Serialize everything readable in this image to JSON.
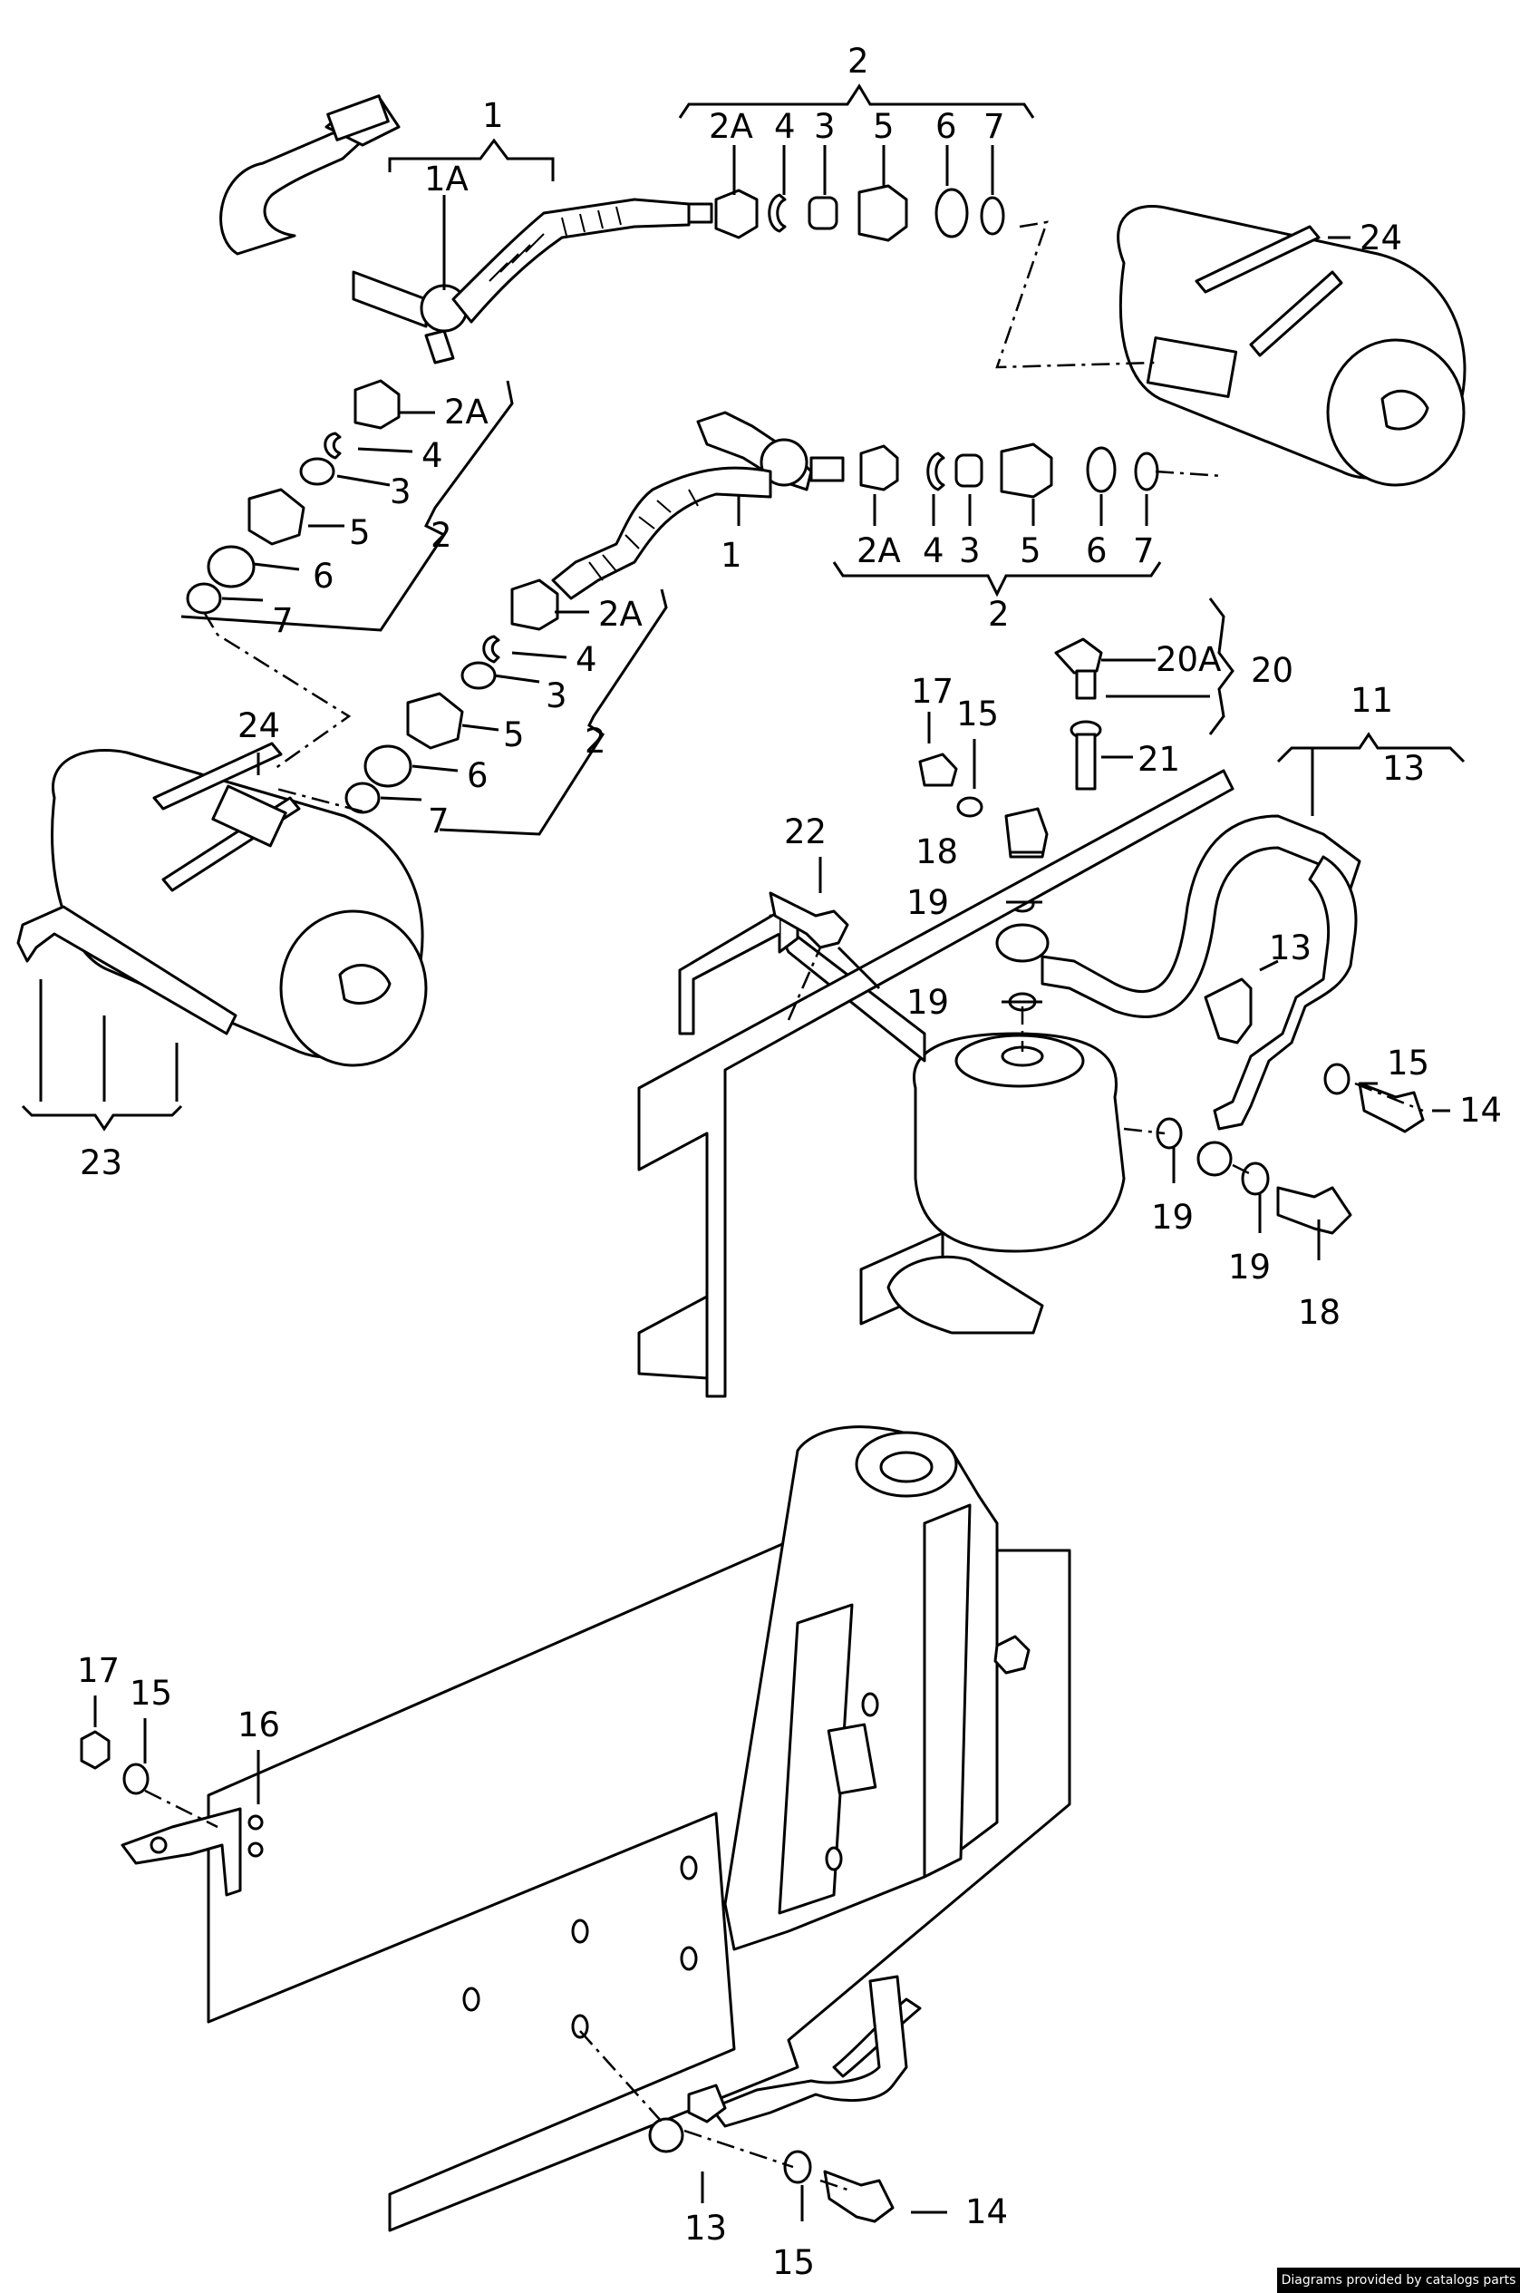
{
  "credit": "Diagrams provided by catalogs parts",
  "callouts": {
    "c1a": "1",
    "c1a_sub": "1A",
    "c1b": "1",
    "c2_top": "2",
    "c2_left1": "2",
    "c2_left2": "2",
    "c2_mid": "2",
    "top_row": [
      "2A",
      "4",
      "3",
      "5",
      "6",
      "7"
    ],
    "mid_row": [
      "2A",
      "4",
      "3",
      "5",
      "6",
      "7"
    ],
    "left1_col": [
      "2A",
      "4",
      "3",
      "5",
      "6",
      "7"
    ],
    "left2_col": [
      "2A",
      "4",
      "3",
      "5",
      "6",
      "7"
    ],
    "c24_right": "24",
    "c24_left": "24",
    "c23": "23",
    "c20": "20",
    "c20a": "20A",
    "c21": "21",
    "c17": "17",
    "c15": "15",
    "c18": "18",
    "c19a": "19",
    "c19b": "19",
    "c22": "22",
    "c11": "11",
    "c13_top": "13",
    "c13_clip": "13",
    "c15_right": "15",
    "c14_right": "14",
    "c19c": "19",
    "c19d": "19",
    "c18_right": "18",
    "c17_bottom": "17",
    "c15_bottom": "15",
    "c16": "16",
    "c13_bottom": "13",
    "c15_bottom2": "15",
    "c14_bottom": "14"
  }
}
